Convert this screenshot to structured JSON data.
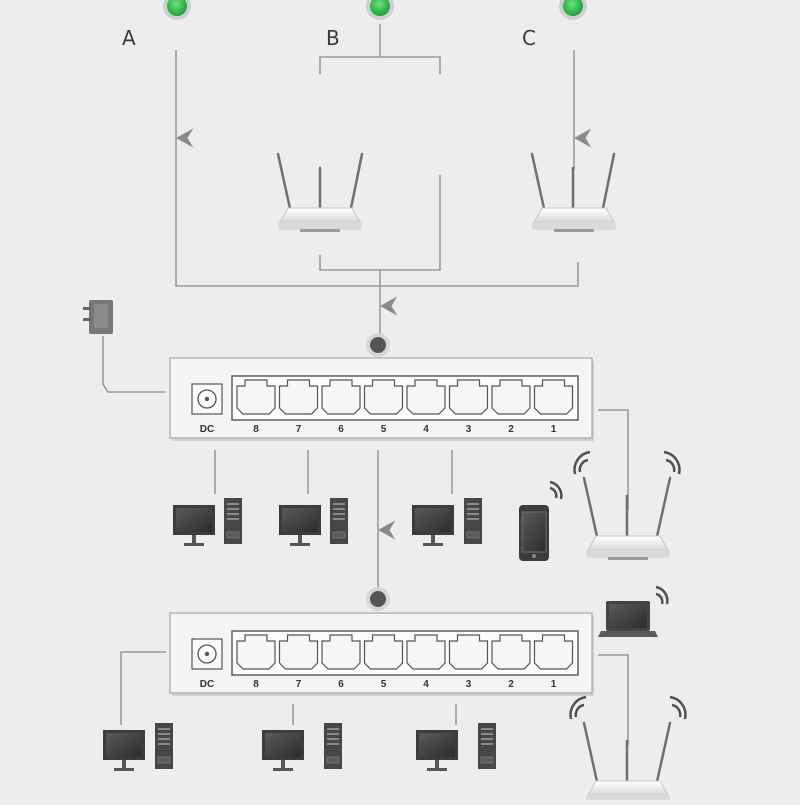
{
  "inputs": [
    {
      "label": "A"
    },
    {
      "label": "B"
    },
    {
      "label": "C"
    }
  ],
  "switch": {
    "dc_label": "DC",
    "port_labels": [
      "8",
      "7",
      "6",
      "5",
      "4",
      "3",
      "2",
      "1"
    ]
  },
  "colors": {
    "background": "#ededed",
    "line": "#9a9a9a",
    "status_green": "#22c04a",
    "switch_face": "#f4f4f4",
    "device_dark": "#3c3c3c"
  }
}
